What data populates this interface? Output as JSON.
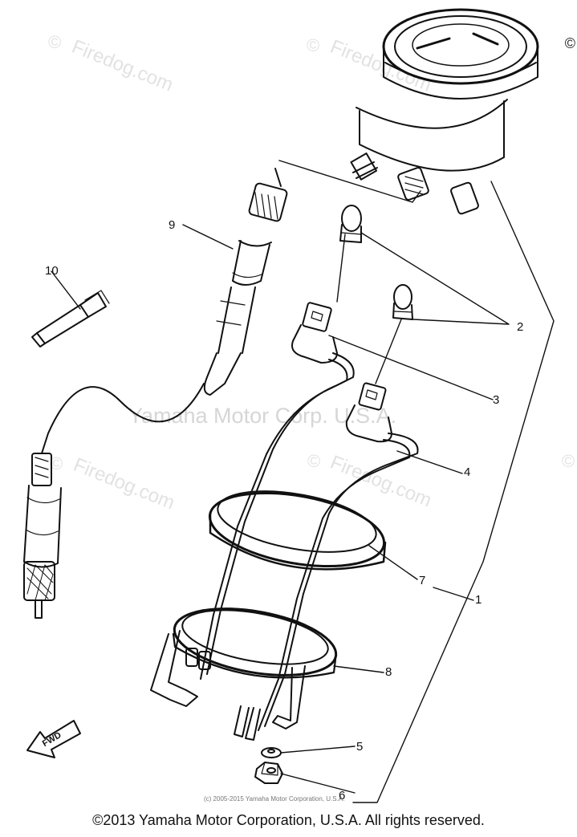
{
  "diagram": {
    "callouts": [
      "1",
      "2",
      "3",
      "4",
      "5",
      "6",
      "7",
      "8",
      "9",
      "10"
    ],
    "fwd_label": "FWD",
    "watermarks": {
      "main": "Yamaha Motor Corp. U.S.A.",
      "site": "Firedog.com",
      "copy_symbol": "©"
    },
    "small_copyright": "(c) 2005-2015 Yamaha Motor Corporation, U.S.A."
  },
  "footer": {
    "copyright": "©2013 Yamaha Motor Corporation, U.S.A. All rights reserved."
  }
}
